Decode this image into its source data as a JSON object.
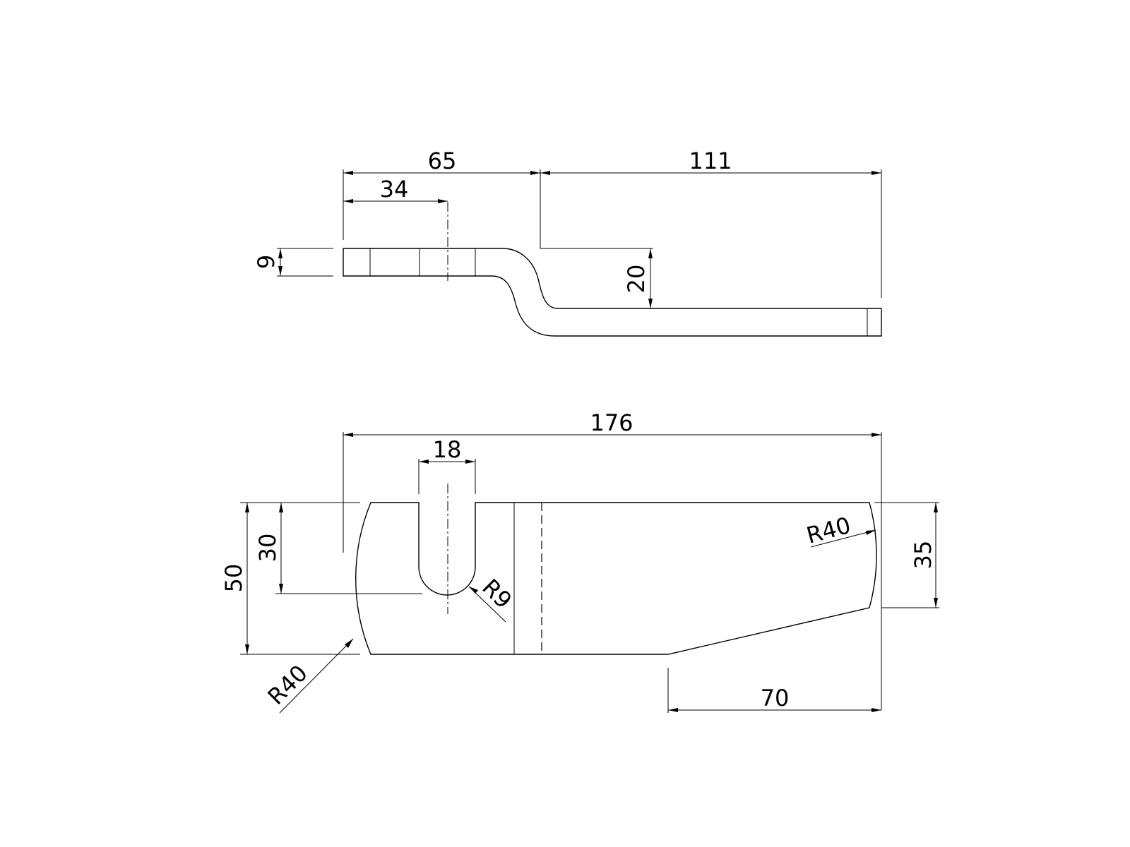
{
  "drawing": {
    "side_view": {
      "dims": {
        "d65": "65",
        "d111": "111",
        "d34": "34",
        "d9": "9",
        "d20": "20"
      }
    },
    "top_view": {
      "dims": {
        "d176": "176",
        "d18": "18",
        "d50": "50",
        "d30": "30",
        "d35": "35",
        "d70": "70",
        "r9": "R9",
        "r40_left": "R40",
        "r40_right": "R40"
      }
    }
  }
}
